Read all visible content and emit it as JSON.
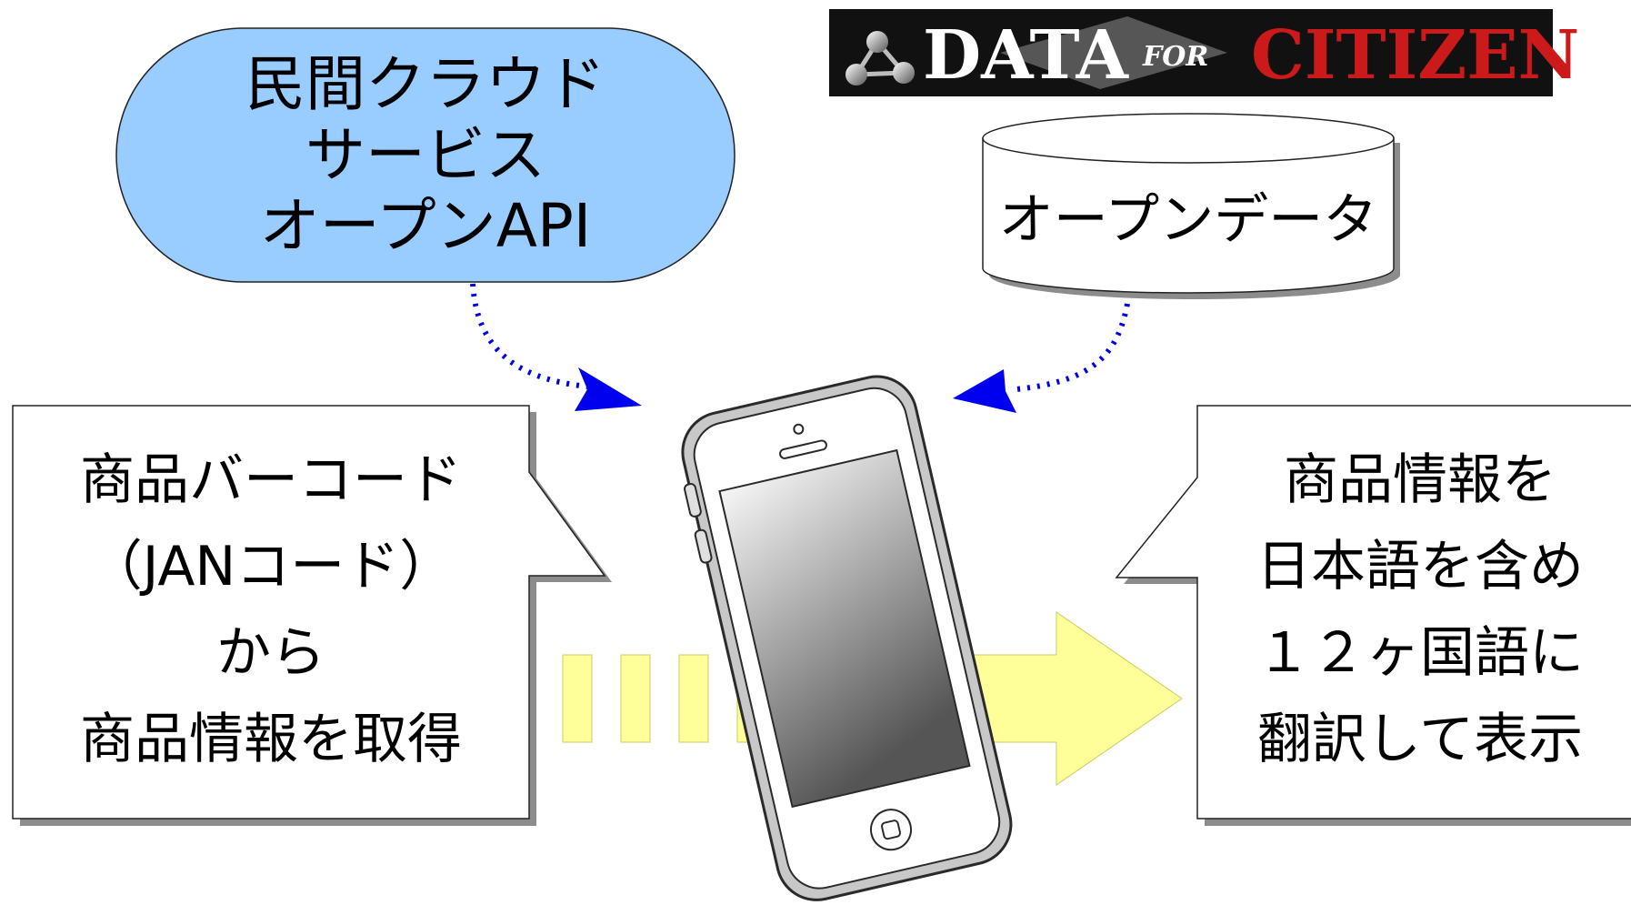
{
  "logo": {
    "word1": "DATA",
    "word2": "FOR",
    "word3": "CITIZEN",
    "color_main": "#ffffff",
    "color_accent": "#cc1a1a",
    "background": "#111111"
  },
  "cloud_service": {
    "lines": [
      "民間クラウド",
      "サービス",
      "オープンAPI"
    ],
    "fill": "#99ccff"
  },
  "open_data": {
    "label": "オープンデータ"
  },
  "left_callout": {
    "lines": [
      "商品バーコード",
      "（JANコード）",
      "から",
      "商品情報を取得"
    ]
  },
  "right_callout": {
    "lines": [
      "商品情報を",
      "日本語を含め",
      "１２ヶ国語に",
      "翻訳して表示"
    ]
  },
  "colors": {
    "dashed_arrow": "#0000ee",
    "flow_arrow": "#ffff99",
    "shadow": "#8c8c8c",
    "phone_screen_top": "#f4f4f4",
    "phone_screen_bottom": "#5a5a5a"
  }
}
